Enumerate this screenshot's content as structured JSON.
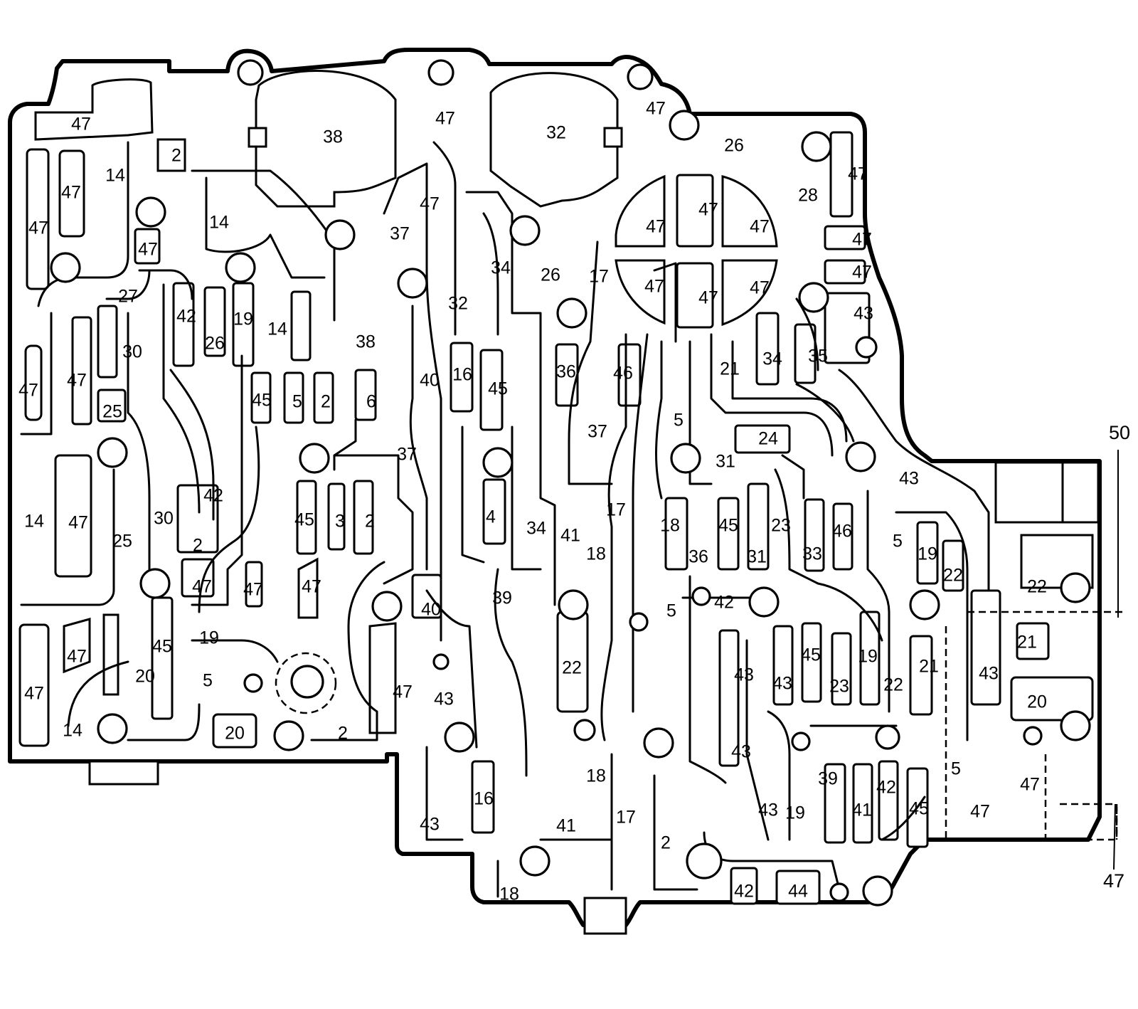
{
  "diagram": {
    "callouts": {
      "top_right": "50",
      "bottom_right": "47"
    },
    "passage_labels": {
      "a47_top_left": "47",
      "a14_top": "14",
      "a2_top": "2",
      "a47_left_col1": "47",
      "a47_left_col2": "47",
      "a47_left_small": "47",
      "a14_mid": "14",
      "a27": "27",
      "a30_top": "30",
      "a47_left_mid": "47",
      "a47_edge": "47",
      "a25_top": "25",
      "a14_left": "14",
      "a47_cluster": "47",
      "a25_low": "25",
      "a30_mid": "30",
      "a2_mid_left": "2",
      "a47_sq1": "47",
      "a47_sq2": "47",
      "a19_low": "19",
      "a47_bottom_left": "47",
      "a47_lowleft2": "47",
      "a14_bottom": "14",
      "a45_lowleft": "45",
      "a20_lowleft": "20",
      "a5_lowleft": "5",
      "a20_bottom": "20",
      "a2_bottom": "2",
      "a42_left": "42",
      "a26_left": "26",
      "a19_left": "19",
      "a14_center": "14",
      "a42_center": "42",
      "a45_center1": "45",
      "a5_center": "5",
      "a2_center": "2",
      "a6": "6",
      "a38_big": "38",
      "a38_low": "38",
      "a37_a": "37",
      "a47_neck": "47",
      "a37_b": "37",
      "a45_col": "45",
      "a3": "3",
      "a2_col": "2",
      "a47_lower": "47",
      "a47_lower2": "47",
      "a47_top_center": "47",
      "a32_big": "32",
      "a32_low": "32",
      "a40_a": "40",
      "a16_a": "16",
      "a45_b": "45",
      "a40_b": "40",
      "a34_a": "34",
      "a4": "4",
      "a34_b": "34",
      "a39_a": "39",
      "a43_a": "43",
      "a43_bottom_left": "43",
      "a16_b": "16",
      "a18_bottom": "18",
      "a41_a": "41",
      "a18_a": "18",
      "a22_a": "22",
      "a18_b": "18",
      "a41_b": "41",
      "a17_a": "17",
      "a17_b": "17",
      "a2_lower_center": "2",
      "a26_a": "26",
      "a17_top": "17",
      "a36_a": "36",
      "a46_a": "46",
      "a37_c": "37",
      "a47_top_tilt": "47",
      "a26_top": "26",
      "a28": "28",
      "a47_r1": "47",
      "a47_r2": "47",
      "a47_r3": "47",
      "a47_q1": "47",
      "a47_q2": "47",
      "a47_q3": "47",
      "a47_q4": "47",
      "a47_q5": "47",
      "a47_q6": "47",
      "a43_b": "43",
      "a34_c": "34",
      "a35": "35",
      "a21_a": "21",
      "a5_b": "5",
      "a24": "24",
      "a31_a": "31",
      "a43_c": "43",
      "a18_c": "18",
      "a36_b": "36",
      "a45_c": "45",
      "a31_b": "31",
      "a23_a": "23",
      "a33": "33",
      "a46_b": "46",
      "a5_c": "5",
      "a19_c": "19",
      "a22_b": "22",
      "a42_b": "42",
      "a5_d": "5",
      "a45_d": "45",
      "a43_d": "43",
      "a23_b": "23",
      "a19_d": "19",
      "a22_c": "22",
      "a21_b": "21",
      "a43_e": "43",
      "a43_f": "43",
      "a39_b": "39",
      "a42_c": "42",
      "a41_c": "41",
      "a19_e": "19",
      "a43_g": "43",
      "a45_e": "45",
      "a42_d": "42",
      "a44": "44",
      "a22_d": "22",
      "a21_c": "21",
      "a43_h": "43",
      "a20_r": "20",
      "a5_e": "5",
      "a47_dash1": "47",
      "a47_dash2": "47"
    }
  }
}
